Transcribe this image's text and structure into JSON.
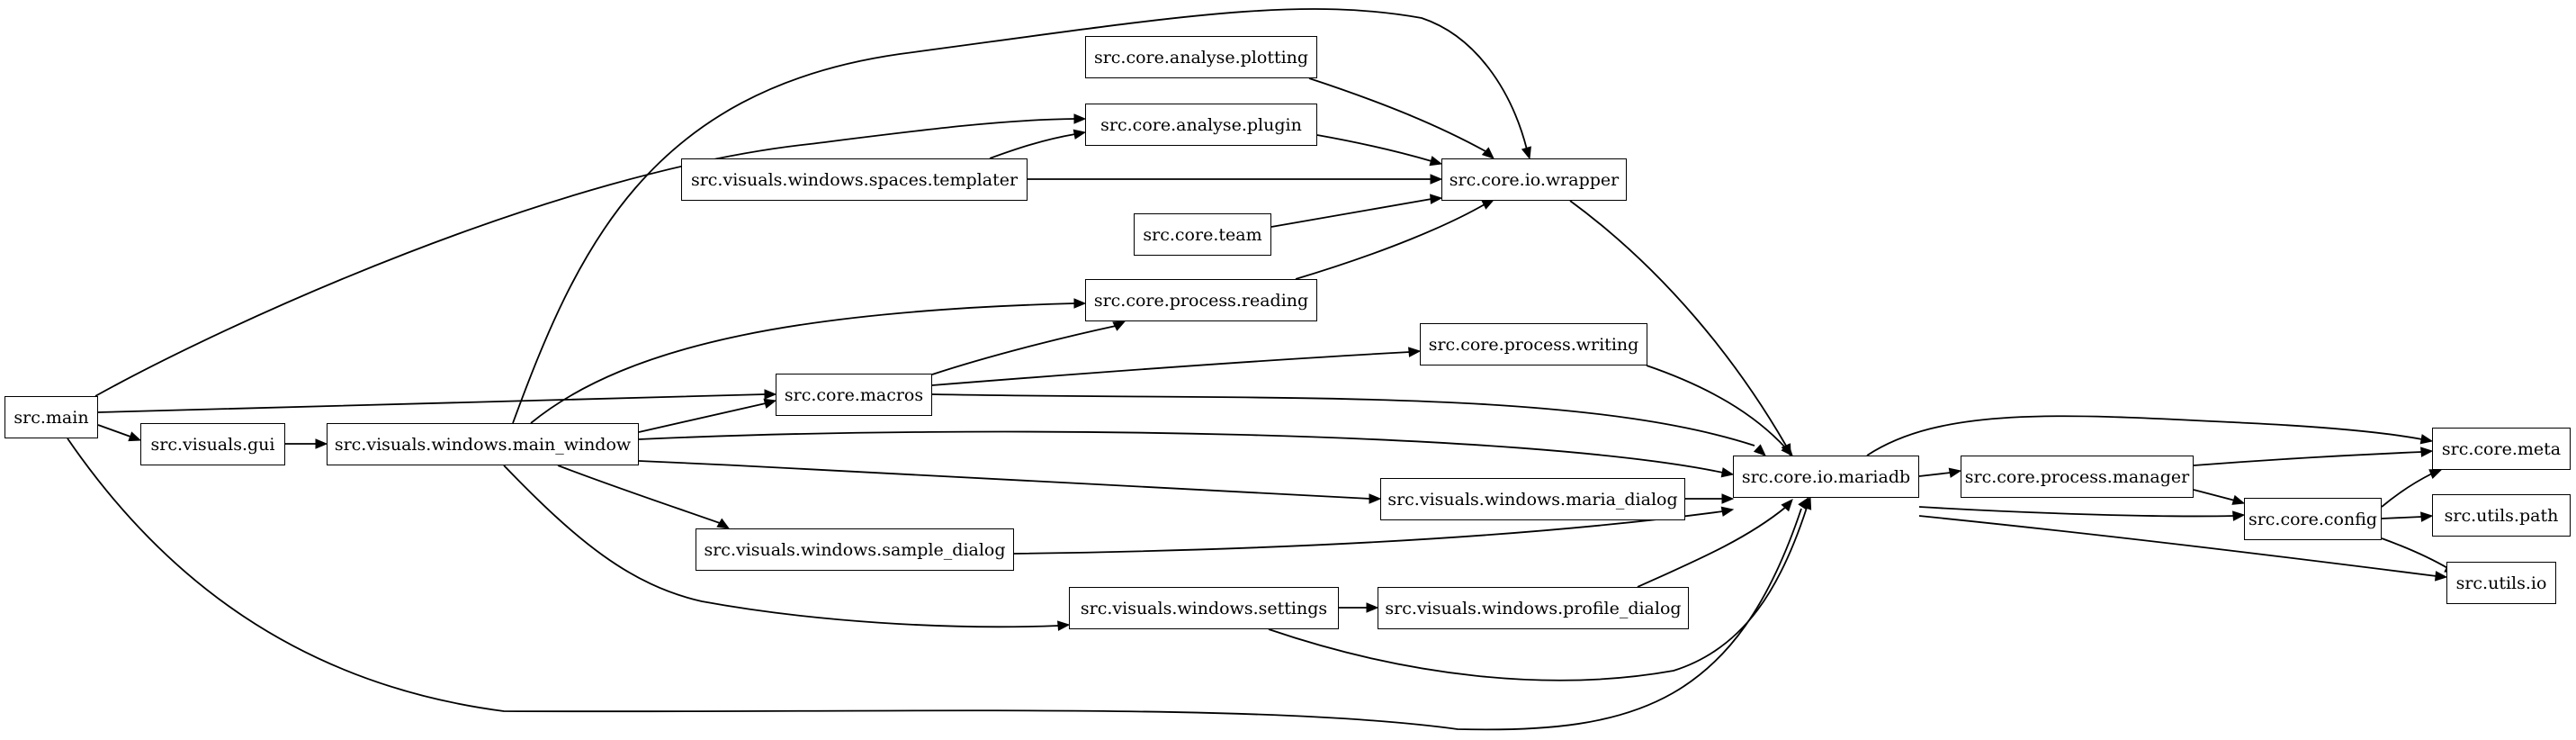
{
  "nodes": {
    "src_main": "src.main",
    "src_visuals_gui": "src.visuals.gui",
    "main_window": "src.visuals.windows.main_window",
    "macros": "src.core.macros",
    "sample_dialog": "src.visuals.windows.sample_dialog",
    "settings": "src.visuals.windows.settings",
    "profile_dialog": "src.visuals.windows.profile_dialog",
    "maria_dialog": "src.visuals.windows.maria_dialog",
    "process_reading": "src.core.process.reading",
    "process_writing": "src.core.process.writing",
    "analyse_plotting": "src.core.analyse.plotting",
    "analyse_plugin": "src.core.analyse.plugin",
    "templater": "src.visuals.windows.spaces.templater",
    "team": "src.core.team",
    "io_wrapper": "src.core.io.wrapper",
    "io_mariadb": "src.core.io.mariadb",
    "process_manager": "src.core.process.manager",
    "config": "src.core.config",
    "meta": "src.core.meta",
    "utils_path": "src.utils.path",
    "utils_io": "src.utils.io"
  },
  "edges": [
    [
      "src_main",
      "analyse_plugin"
    ],
    [
      "src_main",
      "macros"
    ],
    [
      "src_main",
      "src_visuals_gui"
    ],
    [
      "src_main",
      "io_mariadb"
    ],
    [
      "src_visuals_gui",
      "main_window"
    ],
    [
      "main_window",
      "io_wrapper"
    ],
    [
      "main_window",
      "process_reading"
    ],
    [
      "main_window",
      "macros"
    ],
    [
      "main_window",
      "io_mariadb"
    ],
    [
      "main_window",
      "maria_dialog"
    ],
    [
      "main_window",
      "sample_dialog"
    ],
    [
      "main_window",
      "settings"
    ],
    [
      "macros",
      "process_reading"
    ],
    [
      "macros",
      "process_writing"
    ],
    [
      "macros",
      "io_mariadb"
    ],
    [
      "templater",
      "analyse_plugin"
    ],
    [
      "templater",
      "io_wrapper"
    ],
    [
      "analyse_plotting",
      "io_wrapper"
    ],
    [
      "analyse_plugin",
      "io_wrapper"
    ],
    [
      "team",
      "io_wrapper"
    ],
    [
      "process_reading",
      "io_wrapper"
    ],
    [
      "io_wrapper",
      "io_mariadb"
    ],
    [
      "process_writing",
      "io_mariadb"
    ],
    [
      "maria_dialog",
      "io_mariadb"
    ],
    [
      "sample_dialog",
      "io_mariadb"
    ],
    [
      "settings",
      "profile_dialog"
    ],
    [
      "settings",
      "io_mariadb"
    ],
    [
      "profile_dialog",
      "io_mariadb"
    ],
    [
      "io_mariadb",
      "meta"
    ],
    [
      "io_mariadb",
      "process_manager"
    ],
    [
      "io_mariadb",
      "config"
    ],
    [
      "io_mariadb",
      "utils_io"
    ],
    [
      "process_manager",
      "meta"
    ],
    [
      "process_manager",
      "config"
    ],
    [
      "config",
      "meta"
    ],
    [
      "config",
      "utils_path"
    ],
    [
      "config",
      "utils_io"
    ]
  ]
}
